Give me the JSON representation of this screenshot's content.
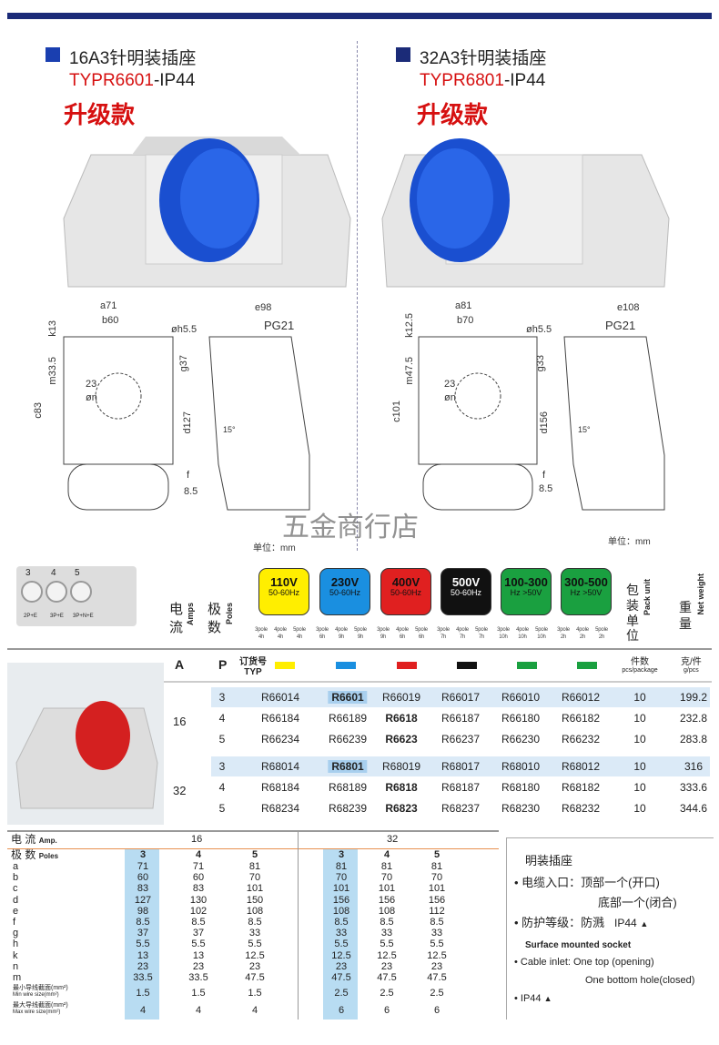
{
  "products": [
    {
      "title": "16A3针明装插座",
      "model_red": "TYPR6601",
      "model_suffix": "-IP44",
      "badge": "升级款",
      "color": "#1a3fb0"
    },
    {
      "title": "32A3针明装插座",
      "model_red": "TYPR6801",
      "model_suffix": "-IP44",
      "badge": "升级款",
      "color": "#1b2b78"
    }
  ],
  "diagrams": [
    {
      "a": "a71",
      "b": "b60",
      "e": "e98",
      "pg": "PG21",
      "h": "øh5.5",
      "k": "k13",
      "m": "m33.5",
      "c": "c83",
      "g": "g37",
      "d": "d127",
      "f": "f",
      "f_val": "8.5",
      "n": "23",
      "n2": "øn",
      "angle": "15°",
      "unit": "单位：mm"
    },
    {
      "a": "a81",
      "b": "b70",
      "e": "e108",
      "pg": "PG21",
      "h": "øh5.5",
      "k": "k12.5",
      "m": "m47.5",
      "c": "c101",
      "g": "g33",
      "d": "d156",
      "f": "f",
      "f_val": "8.5",
      "n": "23",
      "n2": "øn",
      "angle": "15°",
      "unit": "单位：mm"
    }
  ],
  "watermark": "五金商行店",
  "pins": [
    {
      "n": "3",
      "label": "2P+E"
    },
    {
      "n": "4",
      "label": "3P+E"
    },
    {
      "n": "5",
      "label": "3P+N+E"
    }
  ],
  "headers": {
    "amps_cn": "电流",
    "amps_en": "Amps",
    "poles_cn": "极数",
    "poles_en": "Poles",
    "pack_cn": "包装单位",
    "pack_en": "Pack unit",
    "weight_cn": "重量",
    "weight_en": "Net weight",
    "A": "A",
    "P": "P",
    "typ_cn": "订货号",
    "typ_en": "TYP",
    "pcs_cn": "件数",
    "pcs_en": "pcs/package",
    "g_cn": "克/件",
    "g_en": "g/pcs"
  },
  "voltages": [
    {
      "v": "110V",
      "hz": "50-60Hz",
      "bg": "#ffee00",
      "fg": "#111",
      "poles": [
        "3pole 4h",
        "4pole 4h",
        "5pole 4h"
      ]
    },
    {
      "v": "230V",
      "hz": "50-60Hz",
      "bg": "#1a8fe0",
      "fg": "#111",
      "poles": [
        "3pole 6h",
        "4pole 9h",
        "5pole 9h"
      ]
    },
    {
      "v": "400V",
      "hz": "50-60Hz",
      "bg": "#e02020",
      "fg": "#111",
      "poles": [
        "3pole 9h",
        "4pole 6h",
        "5pole 6h"
      ]
    },
    {
      "v": "500V",
      "hz": "50-60Hz",
      "bg": "#111111",
      "fg": "#fff",
      "poles": [
        "3pole 7h",
        "4pole 7h",
        "5pole 7h"
      ]
    },
    {
      "v": "100-300",
      "hz": "Hz >50V",
      "bg": "#1aa040",
      "fg": "#111",
      "poles": [
        "3pole 10h",
        "4pole 10h",
        "5pole 10h"
      ]
    },
    {
      "v": "300-500",
      "hz": "Hz >50V",
      "bg": "#1aa040",
      "fg": "#111",
      "poles": [
        "3pole 2h",
        "4pole 2h",
        "5pole 2h"
      ]
    }
  ],
  "orders": [
    {
      "amp": "16",
      "rows": [
        {
          "p": "3",
          "codes": [
            "R66014",
            "R6601",
            "R66019",
            "R66017",
            "R66010",
            "R66012"
          ],
          "pack": "10",
          "weight": "199.2"
        },
        {
          "p": "4",
          "codes": [
            "R66184",
            "R66189",
            "R6618",
            "R66187",
            "R66180",
            "R66182"
          ],
          "pack": "10",
          "weight": "232.8"
        },
        {
          "p": "5",
          "codes": [
            "R66234",
            "R66239",
            "R6623",
            "R66237",
            "R66230",
            "R66232"
          ],
          "pack": "10",
          "weight": "283.8"
        }
      ]
    },
    {
      "amp": "32",
      "rows": [
        {
          "p": "3",
          "codes": [
            "R68014",
            "R6801",
            "R68019",
            "R68017",
            "R68010",
            "R68012"
          ],
          "pack": "10",
          "weight": "316"
        },
        {
          "p": "4",
          "codes": [
            "R68184",
            "R68189",
            "R6818",
            "R68187",
            "R68180",
            "R68182"
          ],
          "pack": "10",
          "weight": "333.6"
        },
        {
          "p": "5",
          "codes": [
            "R68234",
            "R68239",
            "R6823",
            "R68237",
            "R68230",
            "R68232"
          ],
          "pack": "10",
          "weight": "344.6"
        }
      ]
    }
  ],
  "dims": {
    "amp_label_cn": "电 流",
    "amp_label_en": "Amp.",
    "poles_label_cn": "极 数",
    "poles_label_en": "Poles",
    "amps": [
      "16",
      "32"
    ],
    "poles": [
      "3",
      "4",
      "5",
      "3",
      "4",
      "5"
    ],
    "rows": [
      {
        "k": "a",
        "v": [
          "71",
          "71",
          "81",
          "81",
          "81",
          "81"
        ]
      },
      {
        "k": "b",
        "v": [
          "60",
          "60",
          "70",
          "70",
          "70",
          "70"
        ]
      },
      {
        "k": "c",
        "v": [
          "83",
          "83",
          "101",
          "101",
          "101",
          "101"
        ]
      },
      {
        "k": "d",
        "v": [
          "127",
          "130",
          "150",
          "156",
          "156",
          "156"
        ]
      },
      {
        "k": "e",
        "v": [
          "98",
          "102",
          "108",
          "108",
          "108",
          "112"
        ]
      },
      {
        "k": "f",
        "v": [
          "8.5",
          "8.5",
          "8.5",
          "8.5",
          "8.5",
          "8.5"
        ]
      },
      {
        "k": "g",
        "v": [
          "37",
          "37",
          "33",
          "33",
          "33",
          "33"
        ]
      },
      {
        "k": "h",
        "v": [
          "5.5",
          "5.5",
          "5.5",
          "5.5",
          "5.5",
          "5.5"
        ]
      },
      {
        "k": "k",
        "v": [
          "13",
          "13",
          "12.5",
          "12.5",
          "12.5",
          "12.5"
        ]
      },
      {
        "k": "n",
        "v": [
          "23",
          "23",
          "23",
          "23",
          "23",
          "23"
        ]
      },
      {
        "k": "m",
        "v": [
          "33.5",
          "33.5",
          "47.5",
          "47.5",
          "47.5",
          "47.5"
        ]
      }
    ],
    "min_wire_cn": "最小导线截面(mm²)",
    "min_wire_en": "Min wire size(mm²)",
    "min_wire": [
      "1.5",
      "1.5",
      "1.5",
      "2.5",
      "2.5",
      "2.5"
    ],
    "max_wire_cn": "最大导线截面(mm²)",
    "max_wire_en": "Max wire size(mm²)",
    "max_wire": [
      "4",
      "4",
      "4",
      "6",
      "6",
      "6"
    ]
  },
  "notes": {
    "title": "明装插座",
    "cable_cn": "• 电缆入口：顶部一个(开口)",
    "cable_cn2": "底部一个(闭合)",
    "protect_cn": "• 防护等级：防溅",
    "protect_ip": "IP44",
    "title_en": "Surface mounted socket",
    "cable_en": "• Cable inlet: One top (opening)",
    "cable_en2": "One bottom hole(closed)",
    "ip_en": "• IP44"
  }
}
